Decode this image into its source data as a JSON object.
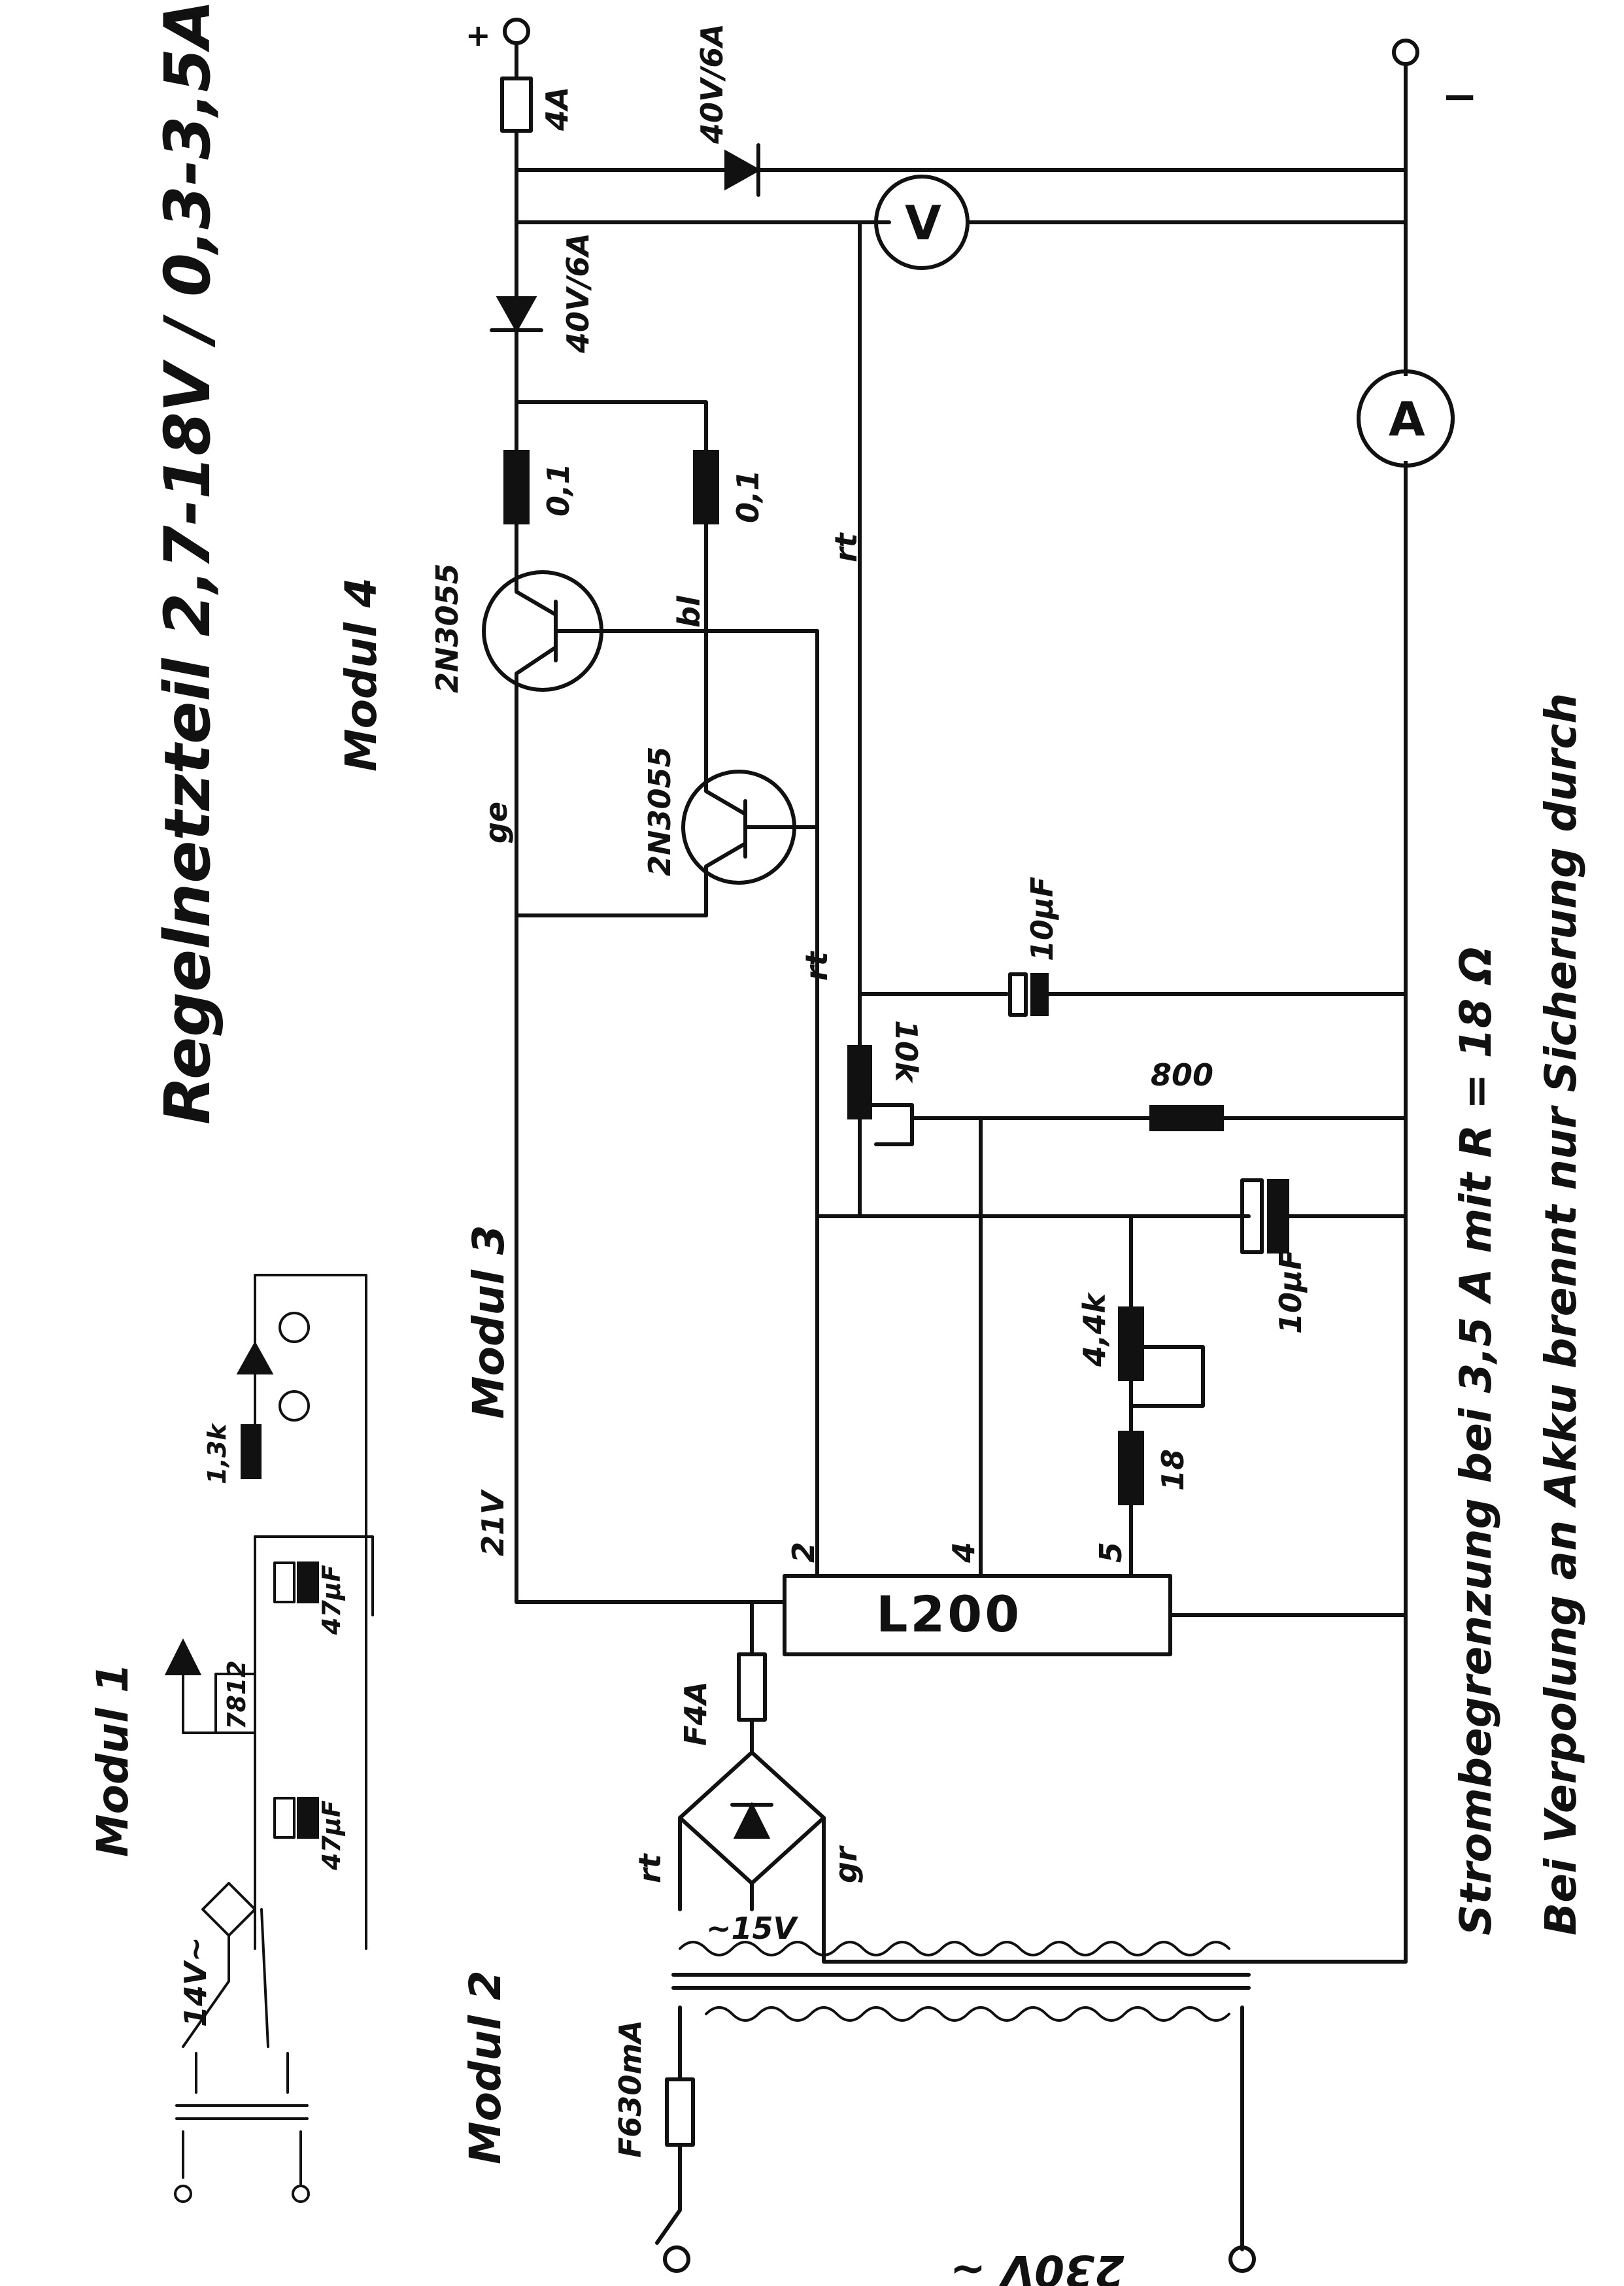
{
  "title": "Regelnetzteil 2,7-18V / 0,3-3,5A",
  "modules": {
    "m1": "Modul 1",
    "m2": "Modul 2",
    "m3": "Modul 3",
    "m4": "Modul 4"
  },
  "notes": [
    "Strombegrenzung bei 3,5 A mit R = 18 Ω",
    "Bei Verpolung an Akku brennt nur Sicherung durch"
  ],
  "labels": {
    "plus": "+",
    "minus": "−",
    "fuse_out": "4A",
    "diode_top": "40V/6A",
    "diode_series": "40V/6A",
    "voltmeter": "V",
    "ammeter": "A",
    "shunt1": "0,1",
    "shunt2": "0,1",
    "t1": "2N3055",
    "t2": "2N3055",
    "wire_bl": "bl",
    "wire_ge": "ge",
    "wire_rt1": "rt",
    "wire_rt2": "rt",
    "wire_rt3": "rt",
    "wire_gr": "gr",
    "cap_top": "10µF",
    "pot_10k": "10k",
    "res_800": "800",
    "cap_mid": "10µF",
    "pot_44k": "4,4k",
    "res_18": "18",
    "pin2": "2",
    "pin4": "4",
    "pin5": "5",
    "ic": "L200",
    "v21": "21V",
    "fuse_f4a": "F4A",
    "ac15": "~15V",
    "fuse_f630": "F630mA",
    "mains": "230V ~",
    "m1_ac": "14V~",
    "m1_cap1": "47µF",
    "m1_cap2": "47µF",
    "m1_reg": "7812",
    "m1_res": "1,3k"
  }
}
